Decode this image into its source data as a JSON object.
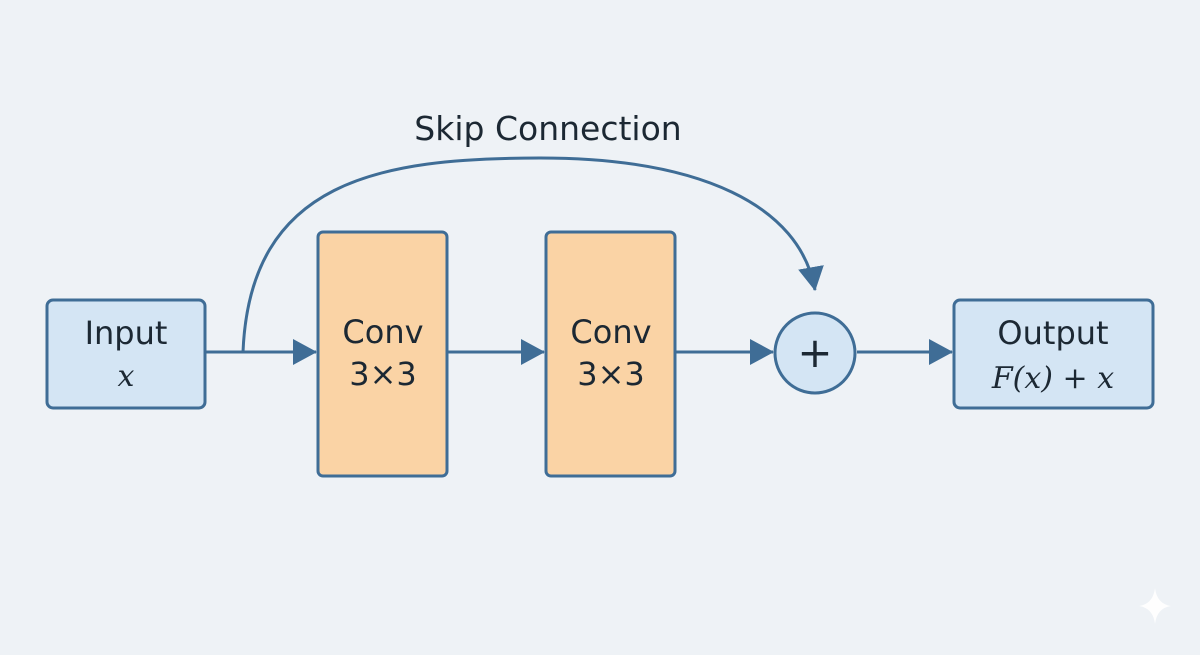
{
  "diagram": {
    "skip_label": "Skip Connection",
    "input": {
      "title": "Input",
      "math": "x"
    },
    "conv1": {
      "title": "Conv",
      "size": "3×3"
    },
    "conv2": {
      "title": "Conv",
      "size": "3×3"
    },
    "add": {
      "symbol": "+"
    },
    "output": {
      "title": "Output",
      "math": "F(x) + x"
    }
  },
  "colors": {
    "background": "#eef2f6",
    "blue_box_fill": "#d4e5f4",
    "orange_box_fill": "#fad3a5",
    "stroke": "#3f6d96",
    "text": "#1c2833"
  }
}
